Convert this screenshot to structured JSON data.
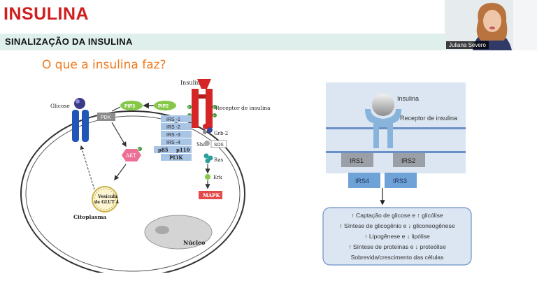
{
  "slide": {
    "title": "INSULINA",
    "section": "SINALIZAÇÃO DA INSULINA",
    "question": "O que a insulina faz?"
  },
  "video": {
    "participant_name": "Juliana Severo"
  },
  "left_diagram": {
    "insulina": "Insulina",
    "receptor": "Receptor de insulina",
    "glicose": "Glicose",
    "pip3": "PIP3",
    "pip2": "PIP2",
    "pdk": "PDK",
    "irs1": "IRS -1",
    "irs2": "IRS -2",
    "irs3": "IRS -3",
    "irs4": "IRS -4",
    "p85": "p85",
    "p110": "p110",
    "pi3k": "PI3K",
    "grb2": "Grb-2",
    "shc": "Shc",
    "sos": "SOS",
    "ras": "Ras",
    "erk": "Erk",
    "mapk": "MAPK",
    "akt": "AKT",
    "p": "P",
    "vesicula": [
      "Vesícula",
      "de GLUT 4"
    ],
    "citoplasma": "Citoplasma",
    "nucleo": "Núcleo"
  },
  "right_diagram": {
    "insulina": "Insulina",
    "receptor": "Receptor de insulina",
    "irs1": "IRS1",
    "irs2": "IRS2",
    "irs4": "IRS4",
    "irs3": "IRS3",
    "effects": [
      "↑ Captação de glicose e ↑ glicólise",
      "↑ Síntese de glicogênio e ↓ gliconeogênese",
      "↑ Lipogênese e ↓ lipólise",
      "↑ Síntese de proteínas e ↓ proteólise",
      "Sobrevida/crescimento das células"
    ]
  }
}
